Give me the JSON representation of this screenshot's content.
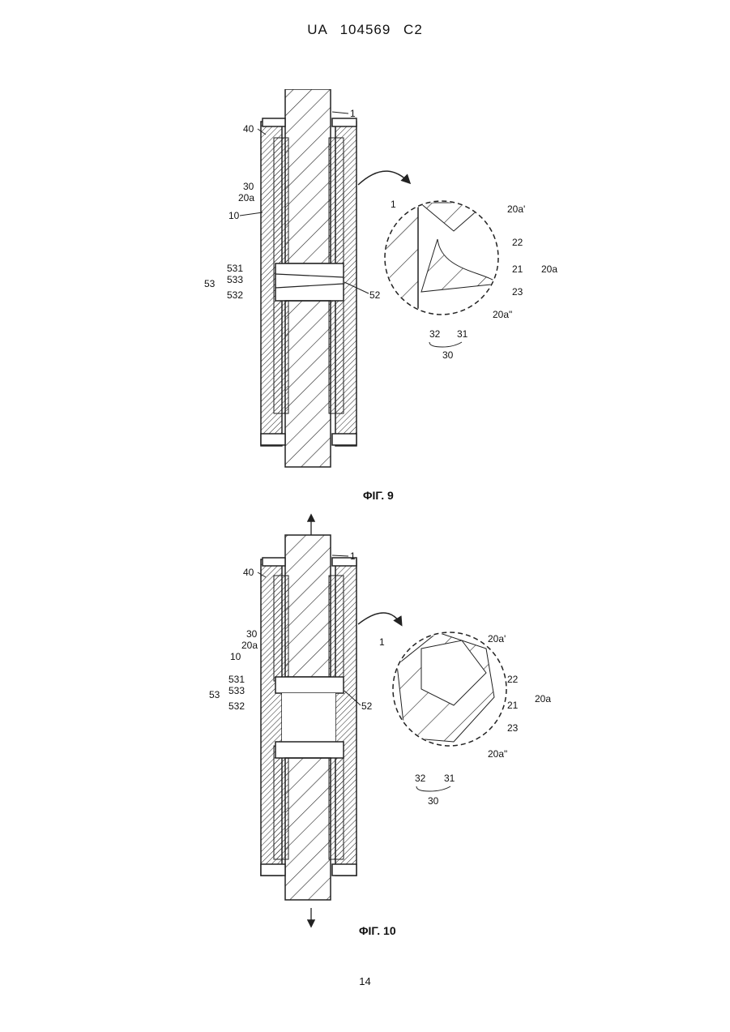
{
  "header": {
    "text": "UA   104569   C2"
  },
  "figures": [
    {
      "caption": "ΦΙΓ. 9",
      "labels": {
        "l1": "1",
        "l40": "40",
        "l30": "30",
        "l20a": "20a",
        "l10": "10",
        "l531": "531",
        "l533": "533",
        "l53": "53",
        "l532": "532",
        "l52": "52",
        "d1": "1",
        "d20a1": "20a'",
        "d22": "22",
        "d21": "21",
        "d20a": "20a",
        "d23": "23",
        "d20a2": "20a\"",
        "d32": "32",
        "d31": "31",
        "d30": "30"
      }
    },
    {
      "caption": "ΦΙΓ. 10",
      "labels": {
        "l1": "1",
        "l40": "40",
        "l30": "30",
        "l20a": "20a",
        "l10": "10",
        "l531": "531",
        "l533": "533",
        "l53": "53",
        "l532": "532",
        "l52": "52",
        "d1": "1",
        "d20a1": "20a'",
        "d22": "22",
        "d21": "21",
        "d20a": "20a",
        "d23": "23",
        "d20a2": "20a\"",
        "d32": "32",
        "d31": "31",
        "d30": "30"
      }
    }
  ],
  "page_number": "14"
}
